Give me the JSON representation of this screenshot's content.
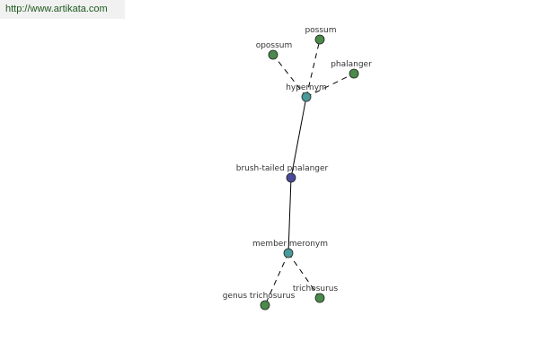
{
  "banner": {
    "url": "http://www.artikata.com"
  },
  "colors": {
    "leaf": "#4a8a4a",
    "relation": "#4a9a9a",
    "center": "#4a4a9a"
  },
  "graph": {
    "nodes": [
      {
        "id": "brush-tailed-phalanger",
        "label": "brush-tailed phalanger",
        "kind": "center"
      },
      {
        "id": "hypernym",
        "label": "hypernym",
        "kind": "relation"
      },
      {
        "id": "member-meronym",
        "label": "member meronym",
        "kind": "relation"
      },
      {
        "id": "opossum",
        "label": "opossum",
        "kind": "leaf"
      },
      {
        "id": "possum",
        "label": "possum",
        "kind": "leaf"
      },
      {
        "id": "phalanger",
        "label": "phalanger",
        "kind": "leaf"
      },
      {
        "id": "genus-trichosurus",
        "label": "genus trichosurus",
        "kind": "leaf"
      },
      {
        "id": "trichosurus",
        "label": "trichosurus",
        "kind": "leaf"
      }
    ],
    "edges": [
      {
        "from": "brush-tailed-phalanger",
        "to": "hypernym",
        "style": "solid"
      },
      {
        "from": "brush-tailed-phalanger",
        "to": "member-meronym",
        "style": "solid"
      },
      {
        "from": "hypernym",
        "to": "opossum",
        "style": "dashed"
      },
      {
        "from": "hypernym",
        "to": "possum",
        "style": "dashed"
      },
      {
        "from": "hypernym",
        "to": "phalanger",
        "style": "dashed"
      },
      {
        "from": "member-meronym",
        "to": "genus-trichosurus",
        "style": "dashed"
      },
      {
        "from": "member-meronym",
        "to": "trichosurus",
        "style": "dashed"
      }
    ]
  }
}
